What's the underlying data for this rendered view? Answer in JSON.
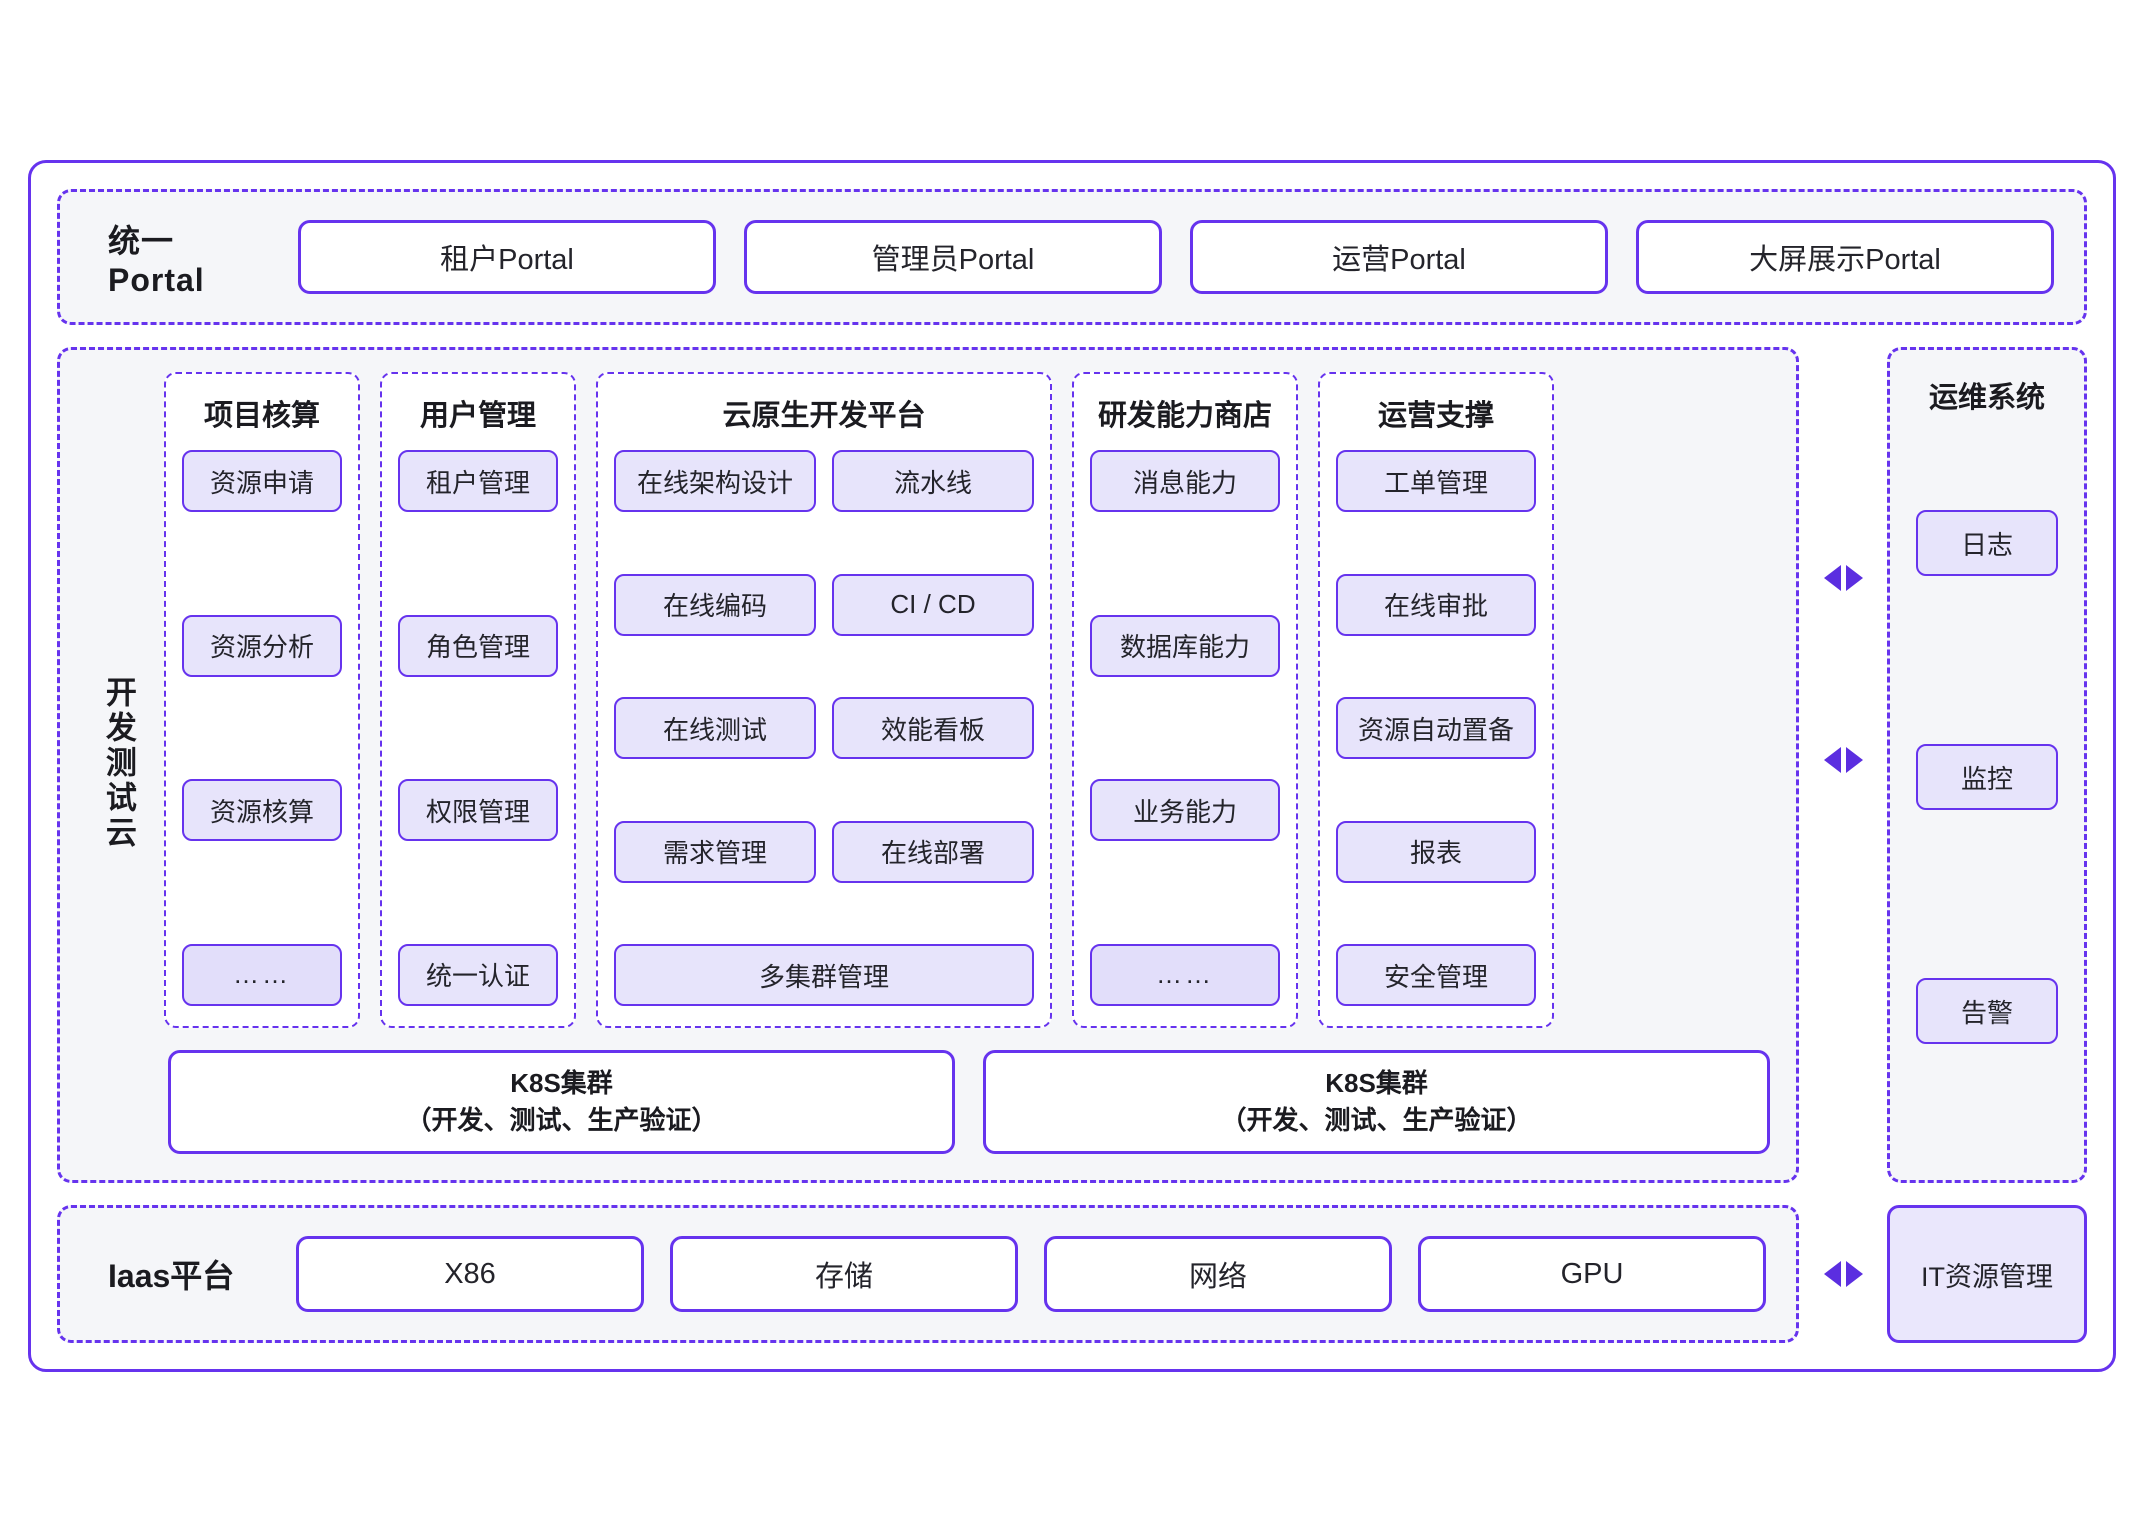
{
  "portal": {
    "band_label": "统一Portal",
    "items": [
      {
        "label": "租户Portal"
      },
      {
        "label": "管理员Portal"
      },
      {
        "label": "运营Portal"
      },
      {
        "label": "大屏展示Portal"
      }
    ]
  },
  "devtest": {
    "band_label": "开发测试云",
    "groups": {
      "project": {
        "title": "项目核算",
        "items": [
          {
            "label": "资源申请"
          },
          {
            "label": "资源分析"
          },
          {
            "label": "资源核算"
          },
          {
            "label": "……"
          }
        ]
      },
      "user": {
        "title": "用户管理",
        "items": [
          {
            "label": "租户管理"
          },
          {
            "label": "角色管理"
          },
          {
            "label": "权限管理"
          },
          {
            "label": "统一认证"
          }
        ]
      },
      "cloud_native": {
        "title": "云原生开发平台",
        "rows": [
          {
            "left": "在线架构设计",
            "right": "流水线"
          },
          {
            "left": "在线编码",
            "right": "CI / CD"
          },
          {
            "left": "在线测试",
            "right": "效能看板"
          },
          {
            "left": "需求管理",
            "right": "在线部署"
          }
        ],
        "full_width_item": "多集群管理"
      },
      "capability_store": {
        "title": "研发能力商店",
        "items": [
          {
            "label": "消息能力"
          },
          {
            "label": "数据库能力"
          },
          {
            "label": "业务能力"
          },
          {
            "label": "……"
          }
        ]
      },
      "operation_support": {
        "title": "运营支撑",
        "items": [
          {
            "label": "工单管理"
          },
          {
            "label": "在线审批"
          },
          {
            "label": "资源自动置备"
          },
          {
            "label": "报表"
          },
          {
            "label": "安全管理"
          }
        ]
      }
    },
    "k8s_clusters": [
      {
        "title": "K8S集群",
        "subtitle": "（开发、测试、生产验证）"
      },
      {
        "title": "K8S集群",
        "subtitle": "（开发、测试、生产验证）"
      }
    ]
  },
  "ops_system": {
    "title": "运维系统",
    "items": [
      {
        "label": "日志"
      },
      {
        "label": "监控"
      },
      {
        "label": "告警"
      }
    ]
  },
  "iaas": {
    "band_label": "Iaas平台",
    "items": [
      {
        "label": "X86"
      },
      {
        "label": "存储"
      },
      {
        "label": "网络"
      },
      {
        "label": "GPU"
      }
    ],
    "it_resource_label": "IT资源管理"
  },
  "colors": {
    "accent": "#6633ee",
    "arrow": "#5b2ee0",
    "chip_fill": "#e7e4fb",
    "chip_fill_muted": "#e2defa",
    "section_bg": "#f5f6f9",
    "surface": "#ffffff",
    "text": "#24242b"
  }
}
